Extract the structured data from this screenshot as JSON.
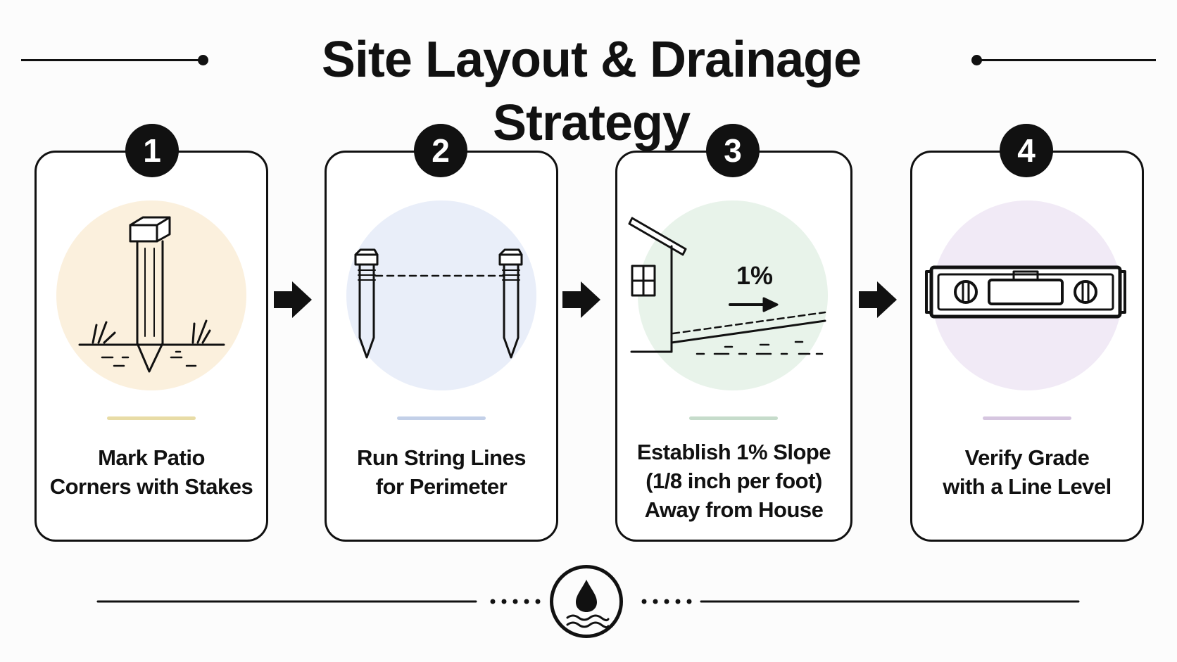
{
  "title": "Site Layout & Drainage Strategy",
  "steps": [
    {
      "number": "1",
      "label_lines": [
        "Mark Patio",
        "Corners with Stakes"
      ],
      "accent_color": "#e8dca6",
      "halo_color": "#fbf0dd",
      "icon": "stake-icon"
    },
    {
      "number": "2",
      "label_lines": [
        "Run String Lines",
        "for Perimeter"
      ],
      "accent_color": "#c3d0e8",
      "halo_color": "#e9eef9",
      "icon": "string-line-stakes-icon"
    },
    {
      "number": "3",
      "label_lines": [
        "Establish 1% Slope",
        "(1/8 inch per foot)",
        "Away from House"
      ],
      "accent_color": "#c6dccb",
      "halo_color": "#e8f3ea",
      "icon": "house-slope-icon",
      "slope_text": "1%"
    },
    {
      "number": "4",
      "label_lines": [
        "Verify Grade",
        "with a Line Level"
      ],
      "accent_color": "#d6c6e0",
      "halo_color": "#f1eaf6",
      "icon": "line-level-icon"
    }
  ],
  "footer": {
    "icon": "water-drop-icon"
  }
}
